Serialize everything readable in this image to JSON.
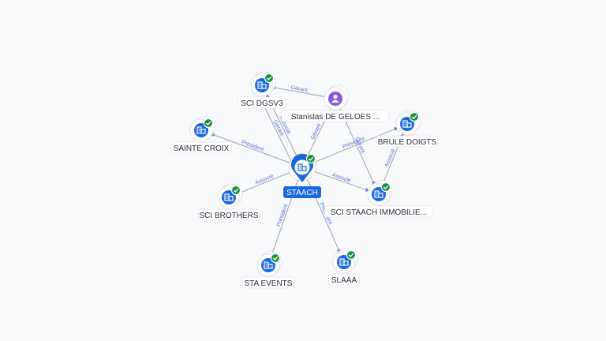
{
  "colors": {
    "company_fill": "#1769e0",
    "person_fill": "#8a55e0",
    "check_fill": "#1a8f3c",
    "edge": "#9aa0aa",
    "edge_label": "#5c6bd8",
    "label_bg": "#ffffff"
  },
  "icons": {
    "company": "building-icon",
    "person": "person-icon",
    "verified": "check-icon"
  },
  "center": {
    "id": "staach",
    "label": "STAACH"
  },
  "nodes": [
    {
      "id": "dgsv3",
      "label": "SCI DGSV3",
      "kind": "company",
      "verified": true
    },
    {
      "id": "stanislas",
      "label": "Stanislas DE GELOES ...",
      "kind": "person",
      "verified": false
    },
    {
      "id": "sainte",
      "label": "SAINTE CROIX",
      "kind": "company",
      "verified": true
    },
    {
      "id": "brule",
      "label": "BRULE DOIGTS",
      "kind": "company",
      "verified": true
    },
    {
      "id": "brothers",
      "label": "SCI BROTHERS",
      "kind": "company",
      "verified": true
    },
    {
      "id": "immob",
      "label": "SCI STAACH IMMOBILIE...",
      "kind": "company",
      "verified": true
    },
    {
      "id": "events",
      "label": "STA EVENTS",
      "kind": "company",
      "verified": true
    },
    {
      "id": "slaaa",
      "label": "SLAAA",
      "kind": "company",
      "verified": true
    }
  ],
  "edges": [
    {
      "from": "stanislas",
      "to": "dgsv3",
      "label": "Gérant"
    },
    {
      "from": "staach",
      "to": "dgsv3",
      "label": "Associé"
    },
    {
      "from": "staach",
      "to": "dgsv3",
      "label": "Gérant"
    },
    {
      "from": "stanislas",
      "to": "staach",
      "label": "Gérant"
    },
    {
      "from": "staach",
      "to": "sainte",
      "label": "Président"
    },
    {
      "from": "staach",
      "to": "brule",
      "label": "Président"
    },
    {
      "from": "stanislas",
      "to": "immob",
      "label": "Gérant"
    },
    {
      "from": "immob",
      "to": "brule",
      "label": "Associé"
    },
    {
      "from": "staach",
      "to": "brothers",
      "label": "Associé"
    },
    {
      "from": "staach",
      "to": "immob",
      "label": "Associé"
    },
    {
      "from": "staach",
      "to": "events",
      "label": "Président"
    },
    {
      "from": "staach",
      "to": "slaaa",
      "label": "Président"
    }
  ]
}
